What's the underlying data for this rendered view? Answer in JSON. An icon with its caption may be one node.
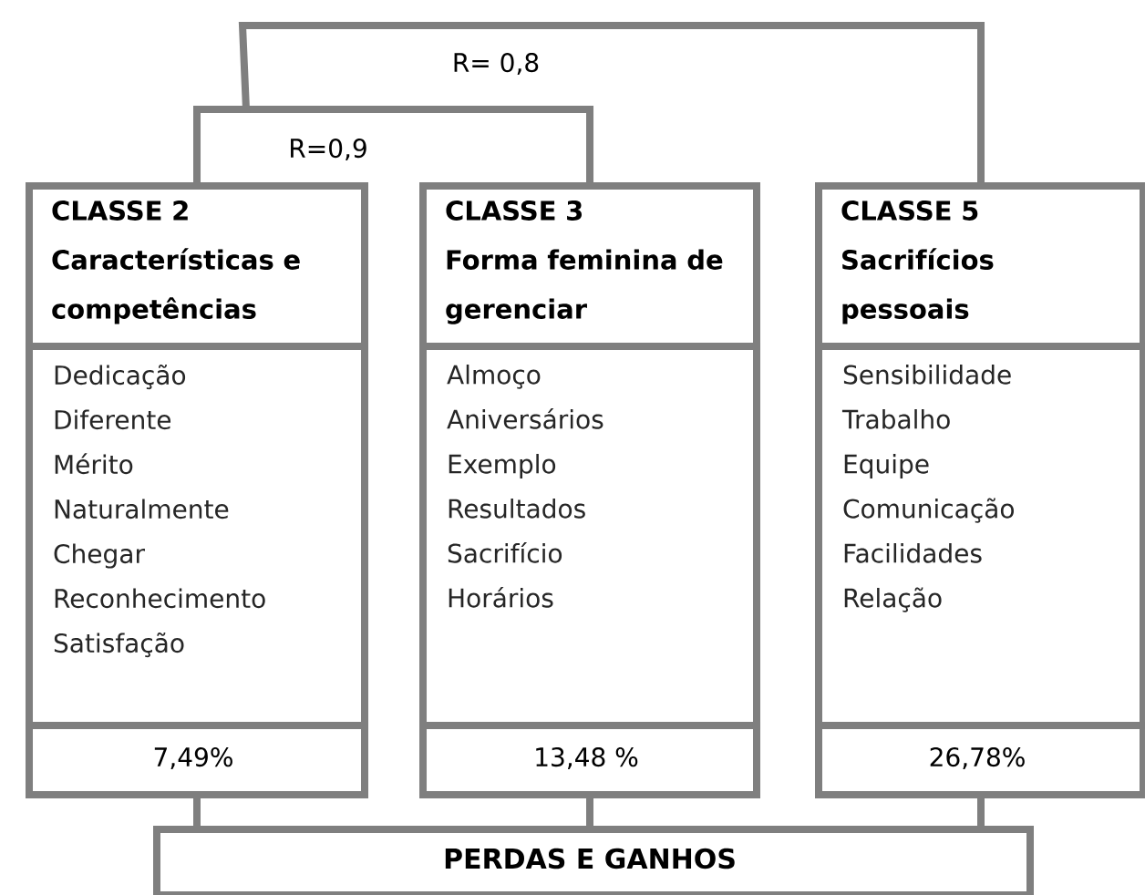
{
  "diagram": {
    "nodes": [
      {
        "text": [
          "CLASSE 2",
          "Características e competências"
        ]
      },
      {
        "text": [
          "Dedicação",
          "Diferente",
          "Mérito",
          "Naturalmente",
          "Chegar",
          "Reconhecimento",
          "Satisfação"
        ]
      },
      {
        "text": [
          "7,49%"
        ]
      },
      {
        "text": [
          "CLASSE 3",
          "Forma feminina de gerenciar"
        ]
      },
      {
        "text": [
          "Almoço",
          "Aniversários",
          "Exemplo",
          "Resultados",
          "Sacrifício",
          "Horários"
        ]
      },
      {
        "text": [
          "13,48 %"
        ]
      },
      {
        "text": [
          "CLASSE 5",
          "Sacrifícios pessoais"
        ]
      },
      {
        "text": [
          "Sensibilidade",
          "Trabalho",
          "Equipe",
          "Comunicação",
          "Facilidades",
          "Relação"
        ]
      },
      {
        "text": [
          "26,78%"
        ]
      },
      {
        "text": [
          "PERDAS E GANHOS"
        ]
      }
    ],
    "edges": [
      {
        "from": 0,
        "to": 3,
        "arrow": "none",
        "label": "R=0,9"
      },
      {
        "from": 0,
        "to": 6,
        "arrow": "none",
        "label": "R= 0,8"
      },
      {
        "from": 2,
        "to": 9,
        "arrow": "none"
      },
      {
        "from": 5,
        "to": 9,
        "arrow": "none"
      },
      {
        "from": 8,
        "to": 9,
        "arrow": "none"
      }
    ]
  }
}
